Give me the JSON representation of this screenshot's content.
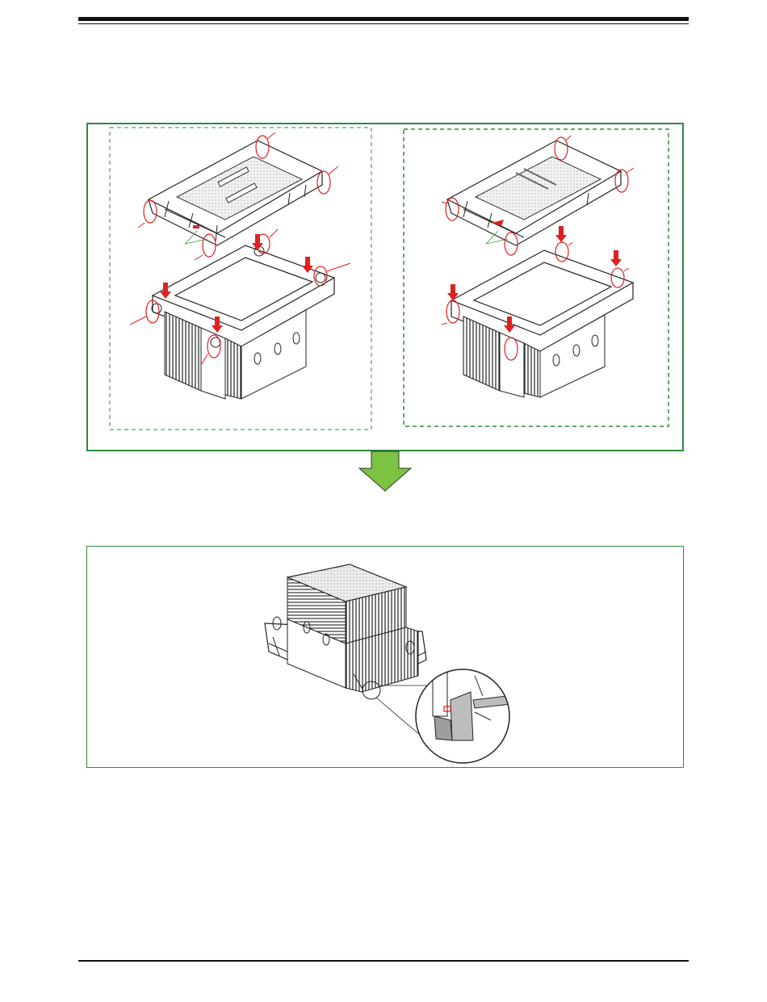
{
  "page": {
    "background": "#ffffff",
    "rule_color": "#111111",
    "panel_border_color": "#2e8b3a",
    "arrow_fill_color": "#7dc242",
    "marker_color": "#e02020"
  },
  "icons": {
    "top_left_figure": "heatsink-and-carrier-exploded-view",
    "top_right_figure": "heatsink-and-carrier-exploded-view-alternate",
    "down_arrow": "down-arrow-icon",
    "bottom_figure": "assembled-heatsink-with-latch-detail"
  }
}
